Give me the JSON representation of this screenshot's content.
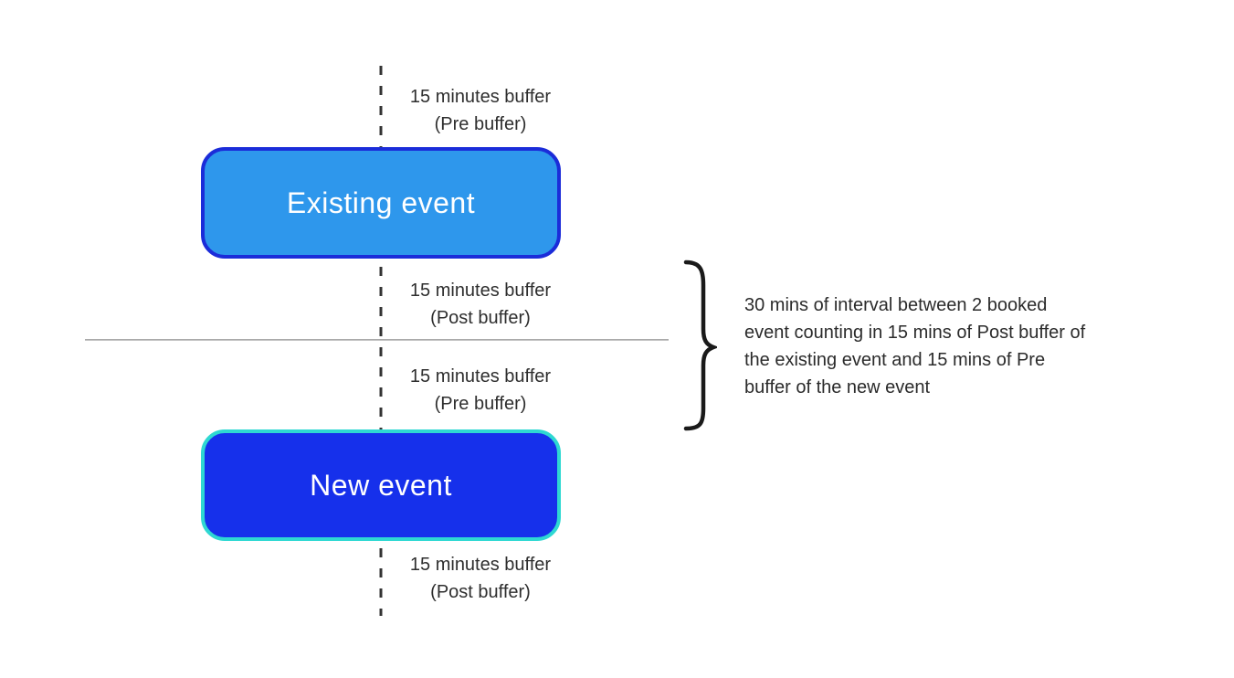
{
  "diagram": {
    "events": {
      "existing": {
        "label": "Existing event",
        "fill": "#2E97EC",
        "border": "#1B2CD9",
        "text_color": "#FFFFFF"
      },
      "new": {
        "label": "New event",
        "fill": "#1630EB",
        "border": "#2ED8D2",
        "text_color": "#FFFFFF"
      }
    },
    "buffer_labels": [
      {
        "line1": "15 minutes buffer",
        "line2": "(Pre buffer)"
      },
      {
        "line1": "15 minutes buffer",
        "line2": "(Post buffer)"
      },
      {
        "line1": "15 minutes buffer",
        "line2": "(Pre buffer)"
      },
      {
        "line1": "15 minutes buffer",
        "line2": "(Post buffer)"
      }
    ],
    "annotation": {
      "text": "30 mins of interval between 2 booked event counting in 15 mins of Post buffer of the existing event and 15 mins of Pre buffer of the new event",
      "lines": [
        "30 mins of interval between 2 booked",
        "event counting in 15 mins of Post buffer of",
        "the existing event and 15 mins of Pre",
        "buffer of the new event"
      ]
    },
    "colors": {
      "background": "#FFFFFF",
      "dashed_timeline": "#333333",
      "divider_line": "#ABABAB",
      "brace": "#1A1A1A",
      "label_text": "#2E2E2E",
      "annotation_text": "#2B2B2B"
    }
  }
}
